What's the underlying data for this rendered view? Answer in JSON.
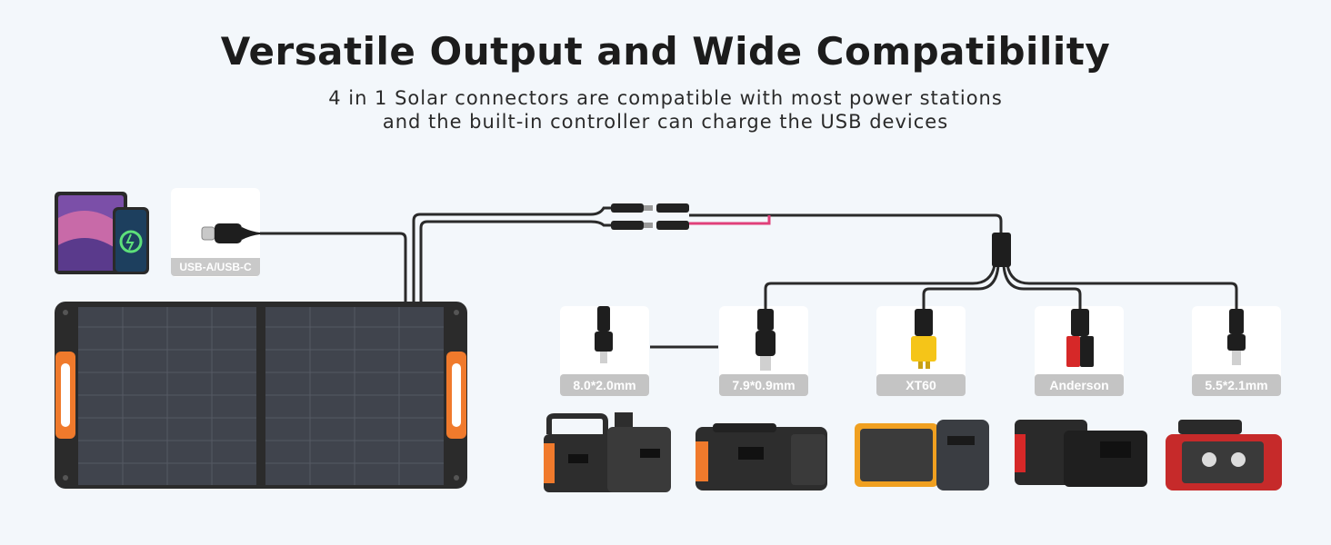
{
  "header": {
    "title": "Versatile Output and Wide Compatibility",
    "subtitle_line1": "4 in 1 Solar connectors are compatible with most power stations",
    "subtitle_line2": "and the built-in controller can charge the USB devices"
  },
  "usb": {
    "label": "USB-A/USB-C"
  },
  "connectors": [
    {
      "label": "8.0*2.0mm"
    },
    {
      "label": "7.9*0.9mm"
    },
    {
      "label": "XT60"
    },
    {
      "label": "Anderson"
    },
    {
      "label": "5.5*2.1mm"
    }
  ],
  "colors": {
    "panel_frame": "#2b2b2b",
    "handle": "#f07a2c",
    "cable_red": "#e0407a",
    "label_bg": "#c4c4c4"
  }
}
